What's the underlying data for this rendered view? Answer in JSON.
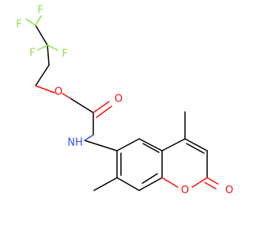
{
  "molecule": {
    "atoms": [
      {
        "label": "F",
        "color": "#90e050"
      },
      {
        "label": "F",
        "color": "#90e050"
      },
      {
        "label": "F",
        "color": "#90e050"
      },
      {
        "label": "F",
        "color": "#90e050"
      },
      {
        "label": "O",
        "color": "#ff0d0d"
      },
      {
        "label": "O",
        "color": "#ff0d0d"
      },
      {
        "label": "NH",
        "color": "#3050f8"
      },
      {
        "label": "O",
        "color": "#ff0d0d"
      },
      {
        "label": "O",
        "color": "#ff0d0d"
      }
    ]
  }
}
